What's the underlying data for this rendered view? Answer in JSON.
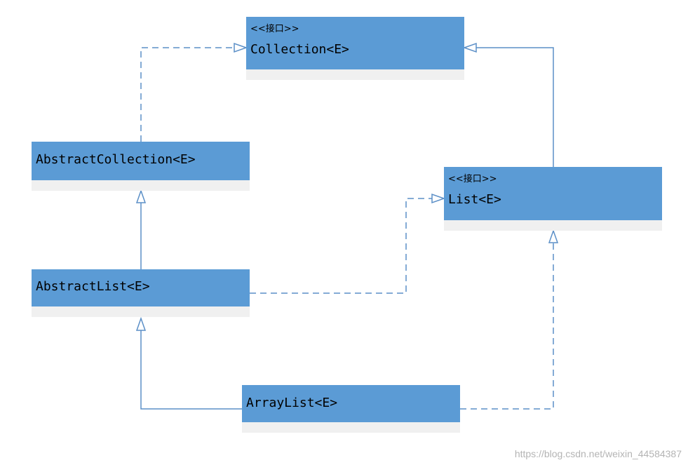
{
  "classes": {
    "collection": {
      "stereotype": "<<接口>>",
      "name": "Collection<E>"
    },
    "list": {
      "stereotype": "<<接口>>",
      "name": "List<E>"
    },
    "abstract_collection": {
      "name": "AbstractCollection<E>"
    },
    "abstract_list": {
      "name": "AbstractList<E>"
    },
    "array_list": {
      "name": "ArrayList<E>"
    }
  },
  "relations": [
    {
      "from": "abstract_collection",
      "to": "collection",
      "kind": "realization"
    },
    {
      "from": "list",
      "to": "collection",
      "kind": "generalization"
    },
    {
      "from": "abstract_list",
      "to": "abstract_collection",
      "kind": "generalization"
    },
    {
      "from": "abstract_list",
      "to": "list",
      "kind": "realization"
    },
    {
      "from": "array_list",
      "to": "abstract_list",
      "kind": "generalization"
    },
    {
      "from": "array_list",
      "to": "list",
      "kind": "realization"
    }
  ],
  "colors": {
    "header_fill": "#5b9bd5",
    "body_fill": "#f0f0f0",
    "connector": "#5b8fc7"
  },
  "watermark": "https://blog.csdn.net/weixin_44584387"
}
